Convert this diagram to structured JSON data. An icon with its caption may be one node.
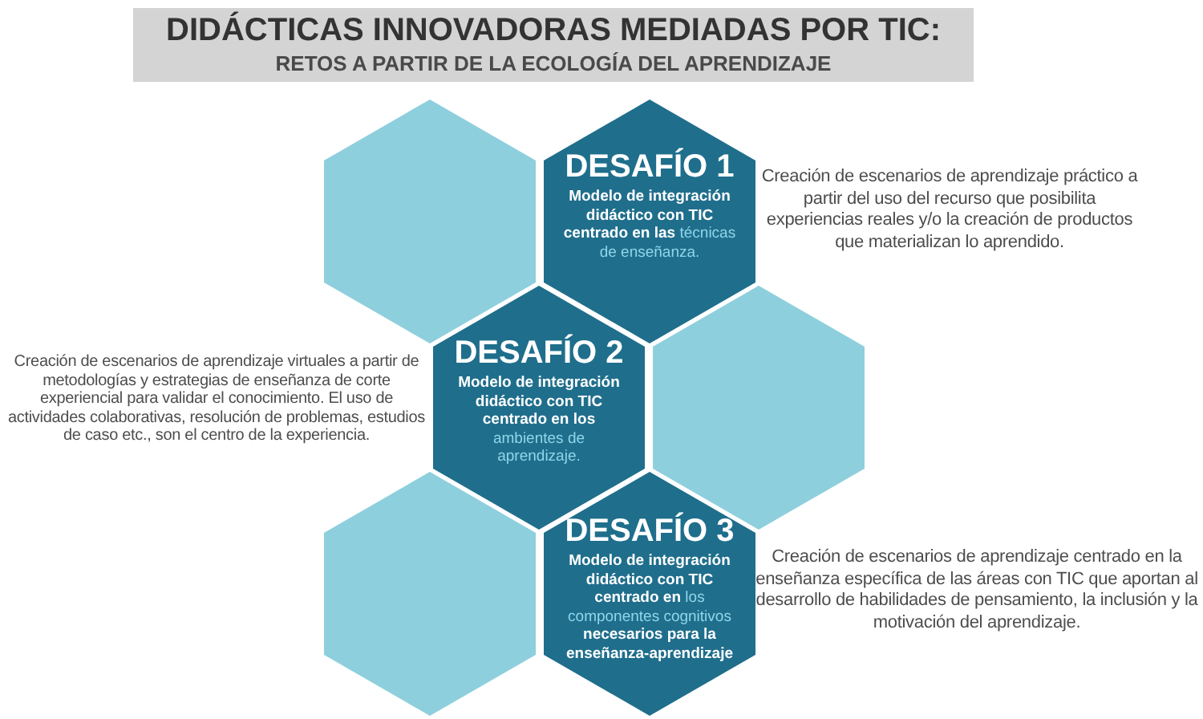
{
  "diagram": {
    "title": "DIDÁCTICAS INNOVADORAS MEDIADAS POR TIC:",
    "nodes": [
      {
        "text": [],
        "shape": "hexagon"
      },
      {
        "text": [
          "DESAFÍO 1",
          "**Modelo de integración didáctico con TIC centrado en las** técnicas de enseñanza."
        ],
        "beside": [
          "Creación de escenarios de aprendizaje práctico a partir del uso del recurso que posibilita experiencias reales y/o la creación de productos que materializan lo aprendido."
        ]
      },
      {
        "text": [
          "DESAFÍO 2",
          "**Modelo de integración didáctico con TIC centrado en los** ambientes de aprendizaje."
        ],
        "beside": [
          "Creación de escenarios de aprendizaje virtuales a partir de metodologías y estrategias de enseñanza de corte experiencial para validar el conocimiento. El uso de actividades colaborativas, resolución de problemas, estudios de caso etc., son el centro de la experiencia."
        ]
      },
      {
        "text": [],
        "shape": "hexagon"
      },
      {
        "text": [],
        "shape": "hexagon"
      },
      {
        "text": [
          "DESAFÍO 3",
          "**Modelo de integración didáctico con TIC centrado en** los componentes cognitivos **necesarios para la enseñanza-aprendizaje**"
        ],
        "beside": [
          "Creación de escenarios de aprendizaje centrado en la enseñanza específica de las áreas con TIC que aportan al desarrollo de habilidades de pensamiento, la inclusión y la motivación del aprendizaje."
        ]
      }
    ],
    "labels": [
      "RETOS A PARTIR DE LA ECOLOGÍA DEL APRENDIZAJE"
    ]
  }
}
